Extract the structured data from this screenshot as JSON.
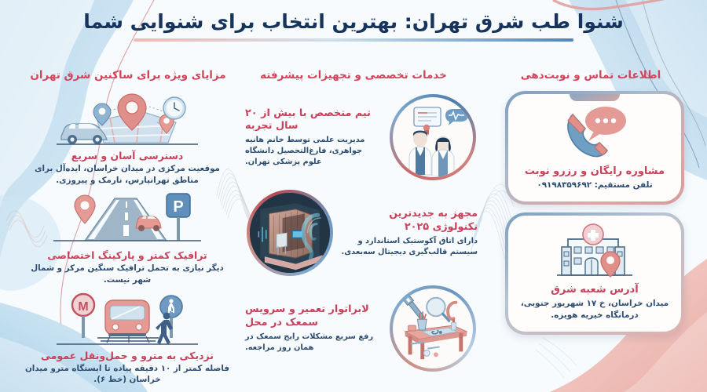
{
  "header": {
    "title": "شنوا طب شرق تهران: بهترین انتخاب برای شنوایی شما"
  },
  "columns": {
    "right_heading": "اطلاعات تماس و نوبت‌دهی",
    "middle_heading": "خدمات تخصصی و تجهیزات پیشرفته",
    "left_heading": "مزایای ویژه برای ساکنین شرق تهران"
  },
  "benefits": [
    {
      "icon": "map-pin-car-icon",
      "title": "دسترسی آسان و سریع",
      "desc": "موقعیت مرکزی در میدان خراسان، ایده‌آل برای مناطق تهرانپارس، نارمک و پیروزی."
    },
    {
      "icon": "road-parking-icon",
      "title": "ترافیک کمتر و پارکینگ اختصاصی",
      "desc": "دیگر نیازی به تحمل ترافیک سنگین مرکز و شمال شهر نیست."
    },
    {
      "icon": "metro-train-icon",
      "title": "نزدیکی به مترو و حمل‌ونقل عمومی",
      "desc": "فاصله کمتر از ۱۰ دقیقه پیاده تا ایستگاه مترو میدان خراسان (خط ۶)."
    }
  ],
  "services": [
    {
      "icon": "doctors-team-icon",
      "title": "تیم متخصص با بیش از ۲۰ سال تجربه",
      "desc": "مدیریت علمی توسط خانم هانیه جواهری، فارغ‌التحصیل دانشگاه علوم پزشکی تهران."
    },
    {
      "icon": "audiometric-booth-icon",
      "title": "مجهز به جدیدترین تکنولوژی ۲۰۲۵",
      "desc": "دارای اتاق آکوستیک استاندارد و سیستم قالب‌گیری دیجیتال سه‌بعدی."
    },
    {
      "icon": "repair-lab-icon",
      "title": "لابراتوار تعمیر و سرویس سمعک در محل",
      "desc": "رفع سریع مشکلات رایج سمعک در همان روز مراجعه."
    }
  ],
  "contact": {
    "phone_card": {
      "icon": "phone-chat-icon",
      "title": "مشاوره رایگان و رزرو نوبت",
      "subtitle": "تلفن مستقیم: ۰۹۱۹۸۳۵۹۶۹۲"
    },
    "address_card": {
      "icon": "clinic-building-icon",
      "title": "آدرس شعبه شرق",
      "subtitle": "میدان خراسان، خ ۱۷ شهریور جنوبی، درمانگاه خیریه هویزه."
    }
  },
  "colors": {
    "title_navy": "#16345e",
    "heading_red": "#d1455a",
    "body_blue": "#2c4c72",
    "accent_pink": "#e7a9a3",
    "accent_blue": "#7aa8cf",
    "background": "#f7fbfd"
  }
}
